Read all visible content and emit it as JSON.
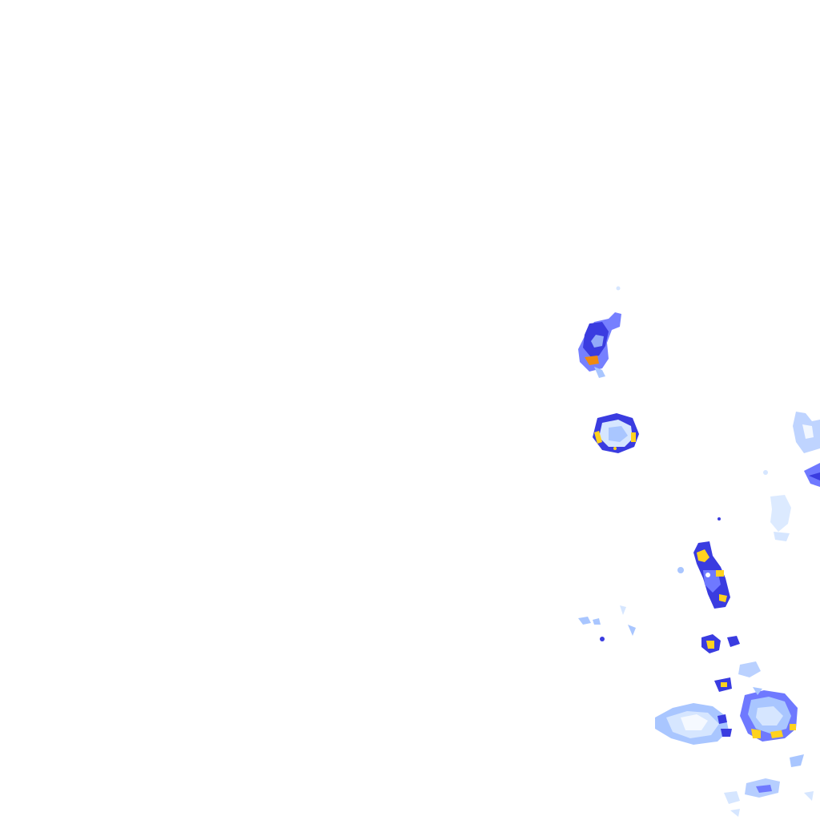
{
  "map": {
    "kind": "precipitation-radar-tile",
    "background_color": "#ffffff",
    "palette": {
      "very_light": "#d6e6ff",
      "light": "#a9c6ff",
      "light_medium": "#7f9dff",
      "medium": "#4a4fe6",
      "heavy": "#2f2fd8",
      "very_heavy": "#ffd21f",
      "extreme": "#f08a10"
    },
    "cells": [
      {
        "id": "cell-northwest",
        "intensity": "medium",
        "core": "extreme"
      },
      {
        "id": "cell-west-ring",
        "intensity": "medium",
        "core": "very_heavy"
      },
      {
        "id": "cell-east-edge-upper",
        "intensity": "light",
        "core": null
      },
      {
        "id": "cell-east-edge-mid",
        "intensity": "light_medium",
        "core": null
      },
      {
        "id": "cell-east-faint",
        "intensity": "very_light",
        "core": null
      },
      {
        "id": "cell-central-band",
        "intensity": "heavy",
        "core": "very_heavy"
      },
      {
        "id": "cell-central-small",
        "intensity": "heavy",
        "core": "very_heavy"
      },
      {
        "id": "cell-scattered-west",
        "intensity": "light",
        "core": null
      },
      {
        "id": "cell-southwest-oval",
        "intensity": "light",
        "core": "heavy"
      },
      {
        "id": "cell-southeast-ring",
        "intensity": "medium",
        "core": "very_heavy"
      },
      {
        "id": "cell-south-fragments",
        "intensity": "light",
        "core": null
      }
    ]
  }
}
